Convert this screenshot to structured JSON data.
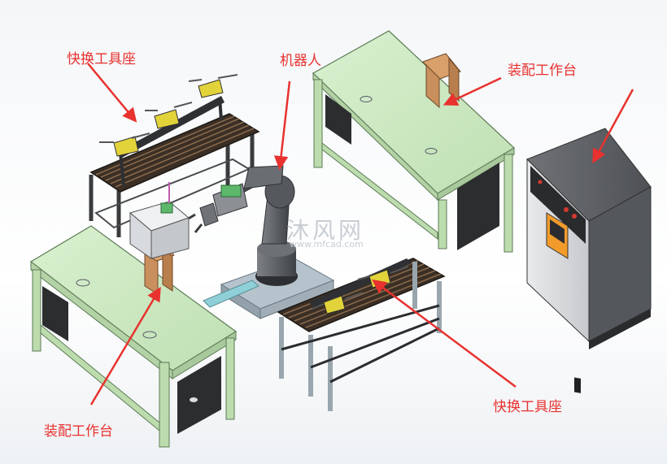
{
  "callouts": {
    "tool_seat_top": "快换工具座",
    "robot": "机器人",
    "assembly_top": "装配工作台",
    "assembly_bottom": "装配工作台",
    "tool_seat_bottom": "快换工具座"
  },
  "watermark": {
    "brand": "沐风网",
    "url": "www.mfcad.com"
  },
  "colors": {
    "callout_red": "#e8322f",
    "table_green": "#cde8c4",
    "frame_dark": "#2e2f31",
    "cabinet_grey": "#8e9196",
    "robot_grey": "#5d6165",
    "wood_brown": "#c98f5c",
    "pendant_orange": "#f29b2b"
  }
}
